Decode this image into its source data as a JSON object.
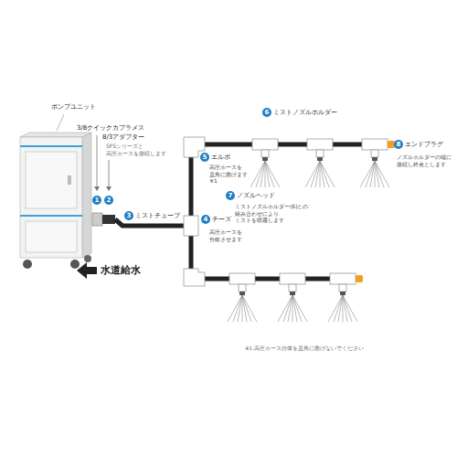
{
  "diagram": {
    "labels": [
      "ポンプユニット",
      "3/8クイックカプラメス",
      "8/3アダプター",
      "SFSシリーズと 高圧ホースを接続します",
      "1",
      "2",
      "3",
      "ミストチューブ",
      "4",
      "チーズ",
      "高圧ホースを 分岐させます",
      "5",
      "エルボ",
      "高圧ホースを 直角に曲げます ※1",
      "6",
      "ミストノズルホルダー",
      "7",
      "ノズルヘッド",
      "ミストノズルホルダー(6)との 組み合わせにより ミストを噴霧します",
      "8",
      "エンドプラグ",
      "ノズルホルダーの端に 接続し終点とします",
      "水道給水",
      "※1:高圧ホース自体を直角に曲げないでください"
    ]
  }
}
